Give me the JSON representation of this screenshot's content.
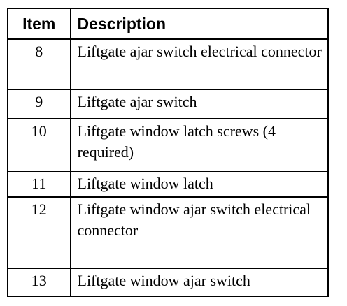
{
  "table": {
    "headers": {
      "item": "Item",
      "description": "Description"
    },
    "rows": [
      {
        "item": "8",
        "description": "Liftgate ajar switch electrical connector"
      },
      {
        "item": "9",
        "description": "Liftgate ajar switch"
      },
      {
        "item": "10",
        "description": "Liftgate window latch screws (4 required)"
      },
      {
        "item": "11",
        "description": "Liftgate window latch"
      },
      {
        "item": "12",
        "description": "Liftgate window ajar switch electrical connector"
      },
      {
        "item": "13",
        "description": "Liftgate window ajar switch"
      }
    ]
  }
}
